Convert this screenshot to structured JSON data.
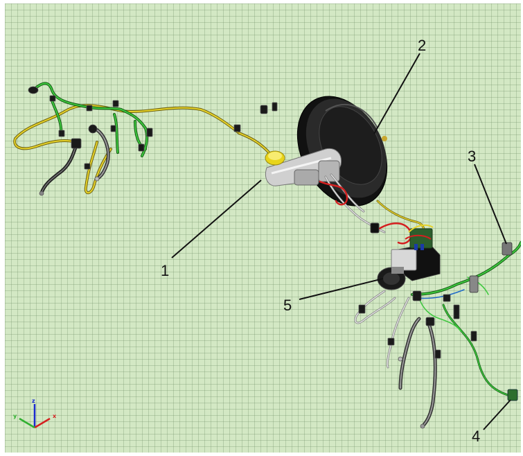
{
  "callouts": [
    {
      "id": "1",
      "label": "1"
    },
    {
      "id": "2",
      "label": "2"
    },
    {
      "id": "3",
      "label": "3"
    },
    {
      "id": "4",
      "label": "4"
    },
    {
      "id": "5",
      "label": "5"
    }
  ],
  "axes": {
    "x": "x",
    "y": "y",
    "z": "z"
  },
  "colors": {
    "background": "#d3e8c4",
    "grid": "#9ab58c",
    "yellow_line": "#d8c21a",
    "green_line": "#2fb02f",
    "red_line": "#d42020",
    "booster": "#1a1a1a",
    "reservoir": "#e8d41a",
    "metal": "#c8c8c8"
  }
}
